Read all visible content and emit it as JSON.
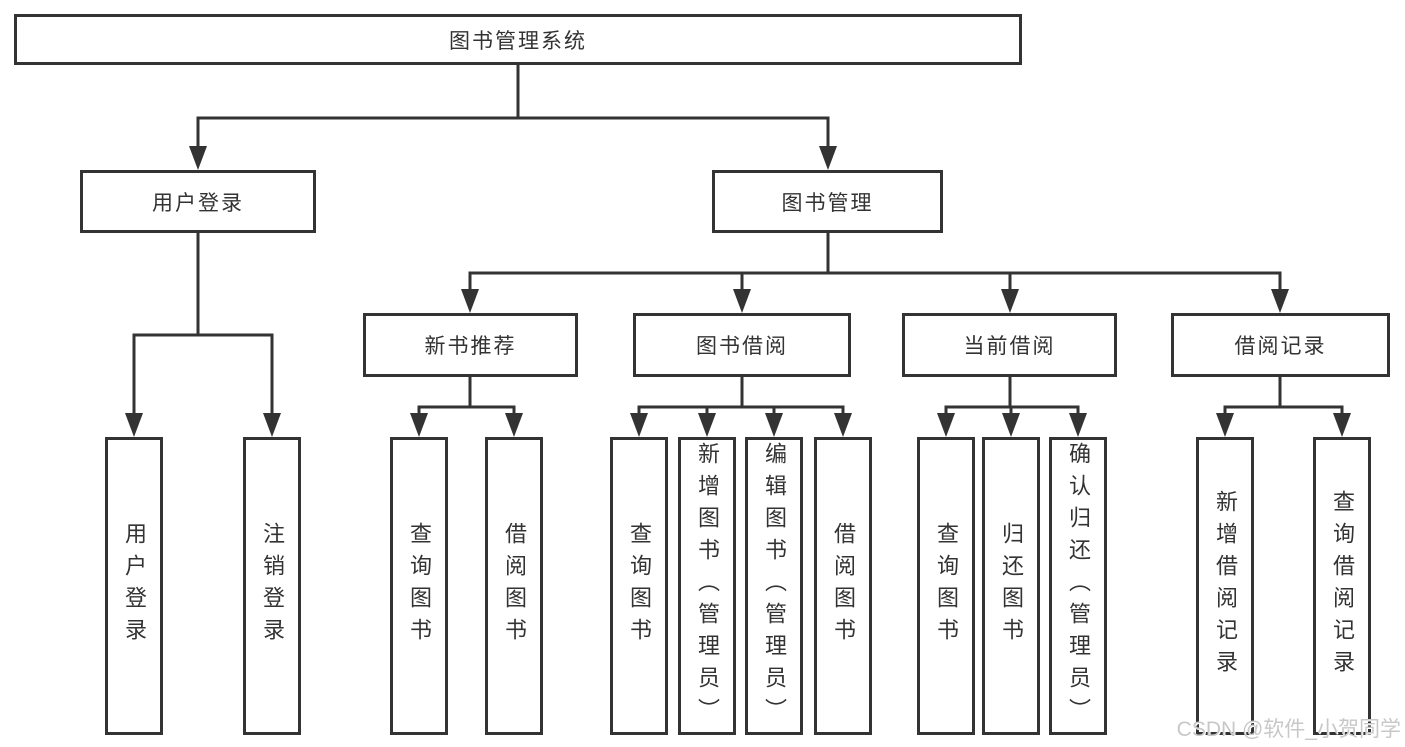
{
  "diagram": {
    "root": {
      "label": "图书管理系统"
    },
    "branches": [
      {
        "label": "用户登录",
        "children": [
          {
            "label": "用户登录"
          },
          {
            "label": "注销登录"
          }
        ]
      },
      {
        "label": "图书管理",
        "children": [
          {
            "label": "新书推荐",
            "children": [
              {
                "label": "查询图书"
              },
              {
                "label": "借阅图书"
              }
            ]
          },
          {
            "label": "图书借阅",
            "children": [
              {
                "label": "查询图书"
              },
              {
                "label": "新增图书（管理员）"
              },
              {
                "label": "编辑图书（管理员）"
              },
              {
                "label": "借阅图书"
              }
            ]
          },
          {
            "label": "当前借阅",
            "children": [
              {
                "label": "查询图书"
              },
              {
                "label": "归还图书"
              },
              {
                "label": "确认归还（管理员）"
              }
            ]
          },
          {
            "label": "借阅记录",
            "children": [
              {
                "label": "新增借阅记录"
              },
              {
                "label": "查询借阅记录"
              }
            ]
          }
        ]
      }
    ]
  },
  "watermark": {
    "text": "CSDN @软件_小贺同学"
  },
  "colors": {
    "line": "#333333",
    "box_border": "#333333",
    "text": "#333333",
    "background": "#ffffff",
    "watermark": "#c8c8c8"
  }
}
